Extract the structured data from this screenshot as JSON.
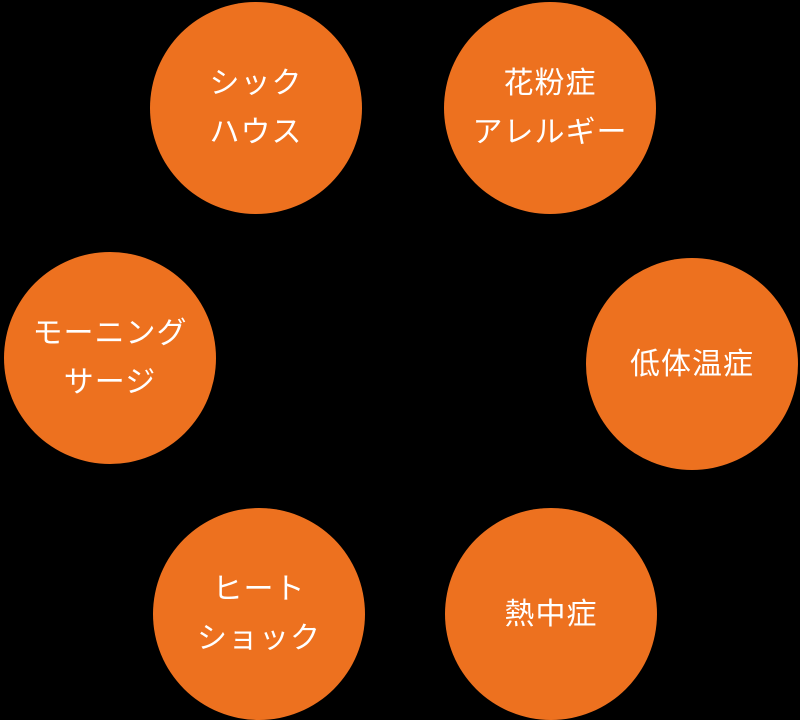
{
  "canvas": {
    "background": "#000000"
  },
  "style": {
    "circle_color": "#ED711F",
    "text_color": "#FFFFFF"
  },
  "circles": [
    {
      "id": "sick-house",
      "lines": [
        "シック",
        "ハウス"
      ]
    },
    {
      "id": "pollen-allergy",
      "lines": [
        "花粉症",
        "アレルギー"
      ]
    },
    {
      "id": "morning-surge",
      "lines": [
        "モーニング",
        "サージ"
      ]
    },
    {
      "id": "hypothermia",
      "lines": [
        "低体温症"
      ]
    },
    {
      "id": "heat-shock",
      "lines": [
        "ヒート",
        "ショック"
      ]
    },
    {
      "id": "heat-stroke",
      "lines": [
        "熱中症"
      ]
    }
  ]
}
